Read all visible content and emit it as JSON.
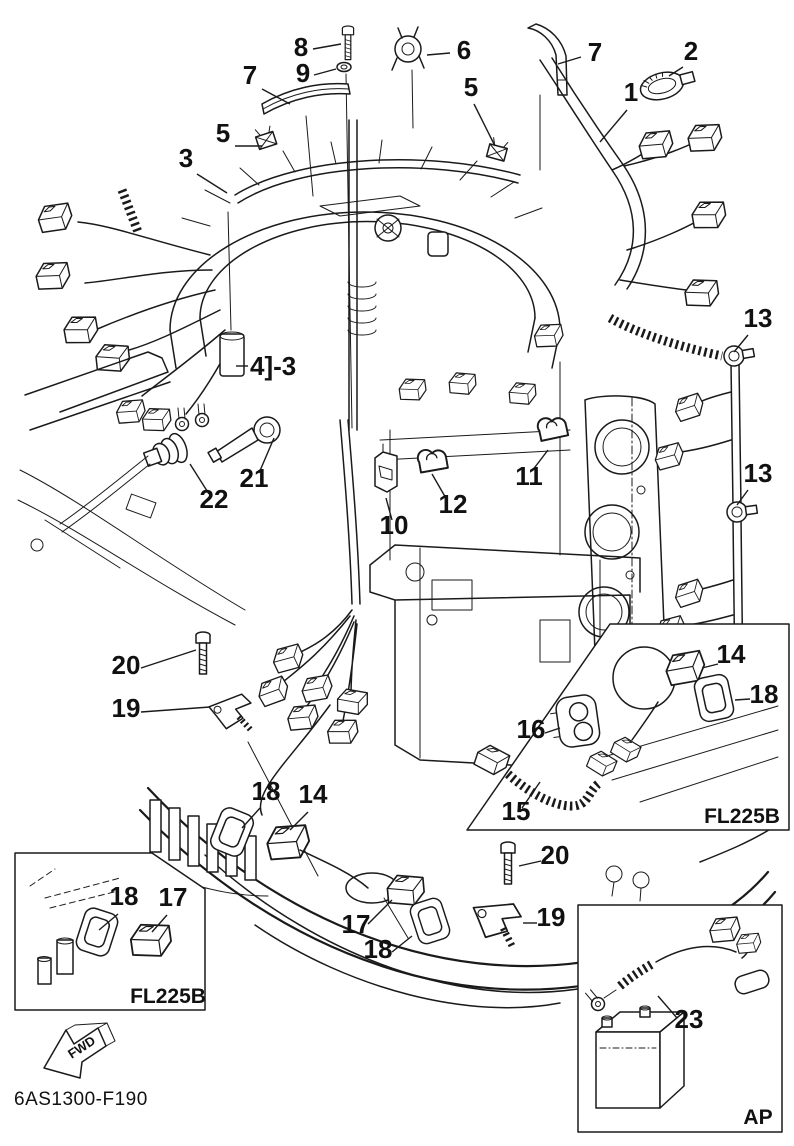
{
  "colors": {
    "line": "#1a1a1a",
    "background": "#ffffff"
  },
  "diagram": {
    "part_code": "6AS1300-F190",
    "fwd_label": "FWD",
    "insets": {
      "harness_kit": {
        "label": "FL225B"
      },
      "connector_kit": {
        "label": "FL225B"
      },
      "battery_kit": {
        "label": "AP"
      }
    },
    "callouts": [
      {
        "text": "8"
      },
      {
        "text": "9"
      },
      {
        "text": "6"
      },
      {
        "text": "7"
      },
      {
        "text": "2"
      },
      {
        "text": "7"
      },
      {
        "text": "5"
      },
      {
        "text": "1"
      },
      {
        "text": "5"
      },
      {
        "text": "3"
      },
      {
        "text": "13"
      },
      {
        "text": "13"
      },
      {
        "text": "4]-3"
      },
      {
        "text": "21"
      },
      {
        "text": "22"
      },
      {
        "text": "10"
      },
      {
        "text": "12"
      },
      {
        "text": "11"
      },
      {
        "text": "20"
      },
      {
        "text": "19"
      },
      {
        "text": "18"
      },
      {
        "text": "14"
      },
      {
        "text": "16"
      },
      {
        "text": "15"
      },
      {
        "text": "14"
      },
      {
        "text": "18"
      },
      {
        "text": "18"
      },
      {
        "text": "17"
      },
      {
        "text": "17"
      },
      {
        "text": "18"
      },
      {
        "text": "20"
      },
      {
        "text": "19"
      },
      {
        "text": "23"
      }
    ]
  }
}
